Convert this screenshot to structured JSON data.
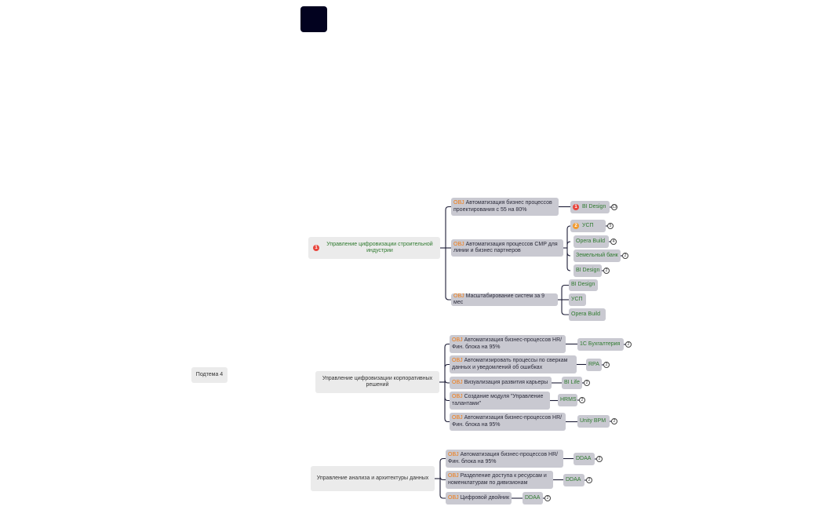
{
  "root": {
    "label": "Подтема 4"
  },
  "obj_tag": "OBJ",
  "teams": [
    {
      "label": "Управление цифровизации строительной индустрии",
      "priority": "1",
      "objectives": [
        {
          "label": "Автоматизация бизнес процессов проектирования с 55 на 80%",
          "systems": [
            {
              "label": "BI Design",
              "priority": "1",
              "count": "13"
            }
          ]
        },
        {
          "label": "Автоматизация процессов CMP для линии и бизнес партнеров",
          "systems": [
            {
              "label": "УСП",
              "priority": "2",
              "count": "5"
            },
            {
              "label": "Opera Build",
              "count": "4"
            },
            {
              "label": "Земельный банк",
              "count": "2"
            },
            {
              "label": "BI Design",
              "count": "2"
            }
          ]
        },
        {
          "label": "Масштабирование систем за 9 мес",
          "systems": [
            {
              "label": "BI Design"
            },
            {
              "label": "УСП"
            },
            {
              "label": "Opera Build"
            }
          ]
        }
      ]
    },
    {
      "label": "Управление цифровизации корпоративных решений",
      "objectives": [
        {
          "label": "Автоматизация бизнес-процессов HR/ Фин. блока на 95%",
          "systems": [
            {
              "label": "1С Бухгалтерия",
              "count": "2"
            }
          ]
        },
        {
          "label": "Автоматизировать процессы по сверкам данных и уведомлений об ошибках",
          "systems": [
            {
              "label": "RPA",
              "count": "2"
            }
          ]
        },
        {
          "label": "Визуализация развития карьеры",
          "systems": [
            {
              "label": "BI Life",
              "count": "2"
            }
          ]
        },
        {
          "label": "Создание модуля \"Управление талантами\"",
          "systems": [
            {
              "label": "HRMS",
              "count": "2"
            }
          ]
        },
        {
          "label": "Автоматизация бизнес-процессов HR/ Фин. блока на 95%",
          "systems": [
            {
              "label": "Unity BPM",
              "count": "2"
            }
          ]
        }
      ]
    },
    {
      "label": "Управление анализа и архитектуры данных",
      "objectives": [
        {
          "label": "Автоматизация бизнес-процессов HR/ Фин. блока на 95%",
          "systems": [
            {
              "label": "DDAA",
              "count": "2"
            }
          ]
        },
        {
          "label": "Разделение доступа к ресурсам и номенклатурам по дивизионам",
          "systems": [
            {
              "label": "DDAA",
              "count": "2"
            }
          ]
        },
        {
          "label": "Цифровой двойник",
          "systems": [
            {
              "label": "DDAA",
              "count": "2"
            }
          ]
        }
      ]
    }
  ]
}
